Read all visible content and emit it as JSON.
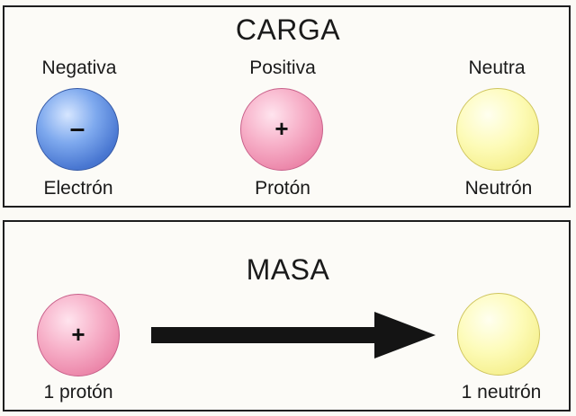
{
  "carga": {
    "title": "CARGA",
    "particles": [
      {
        "charge_label": "Negativa",
        "sign": "–",
        "name": "Electrón",
        "color": "#5a88dd"
      },
      {
        "charge_label": "Positiva",
        "sign": "+",
        "name": "Protón",
        "color": "#f0a0bc"
      },
      {
        "charge_label": "Neutra",
        "sign": "",
        "name": "Neutrón",
        "color": "#f8f3a0"
      }
    ]
  },
  "masa": {
    "title": "MASA",
    "left": {
      "sign": "+",
      "label": "1 protón",
      "color": "#f0a0bc"
    },
    "right": {
      "label": "1 neutrón",
      "color": "#f8f3a0"
    },
    "arrow_color": "#141414"
  }
}
